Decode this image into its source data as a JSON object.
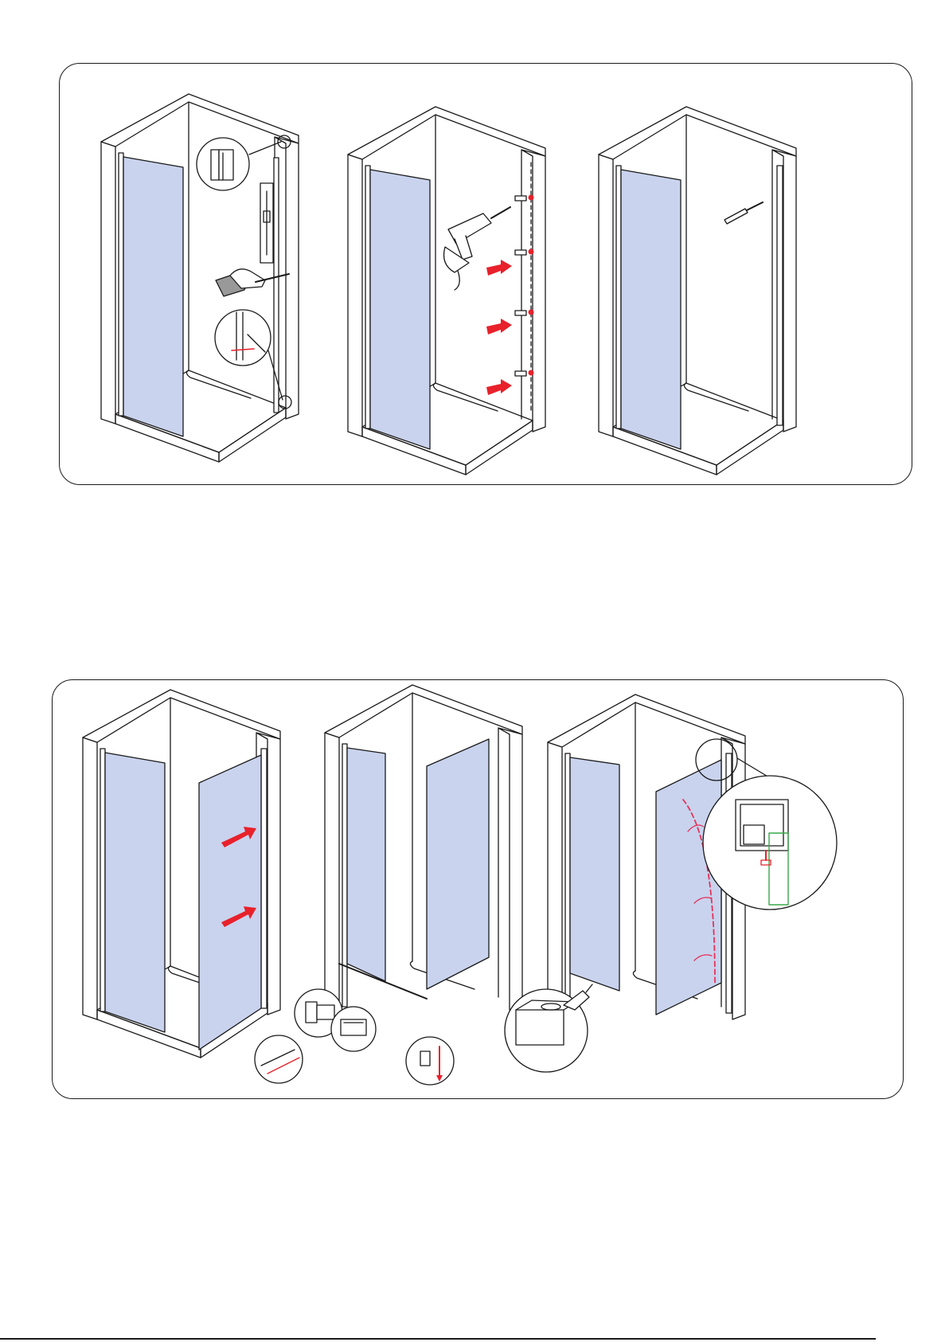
{
  "figure": {
    "panels": [
      {
        "id": "panel-1",
        "steps": [
          "mark-and-level",
          "drill-and-plug",
          "fix-wall-profile"
        ]
      },
      {
        "id": "panel-2",
        "steps": [
          "insert-side-panel",
          "fit-base-and-clamps",
          "seal-silicone"
        ]
      }
    ]
  },
  "colors": {
    "outline": "#1a1a1a",
    "glass": "#c9d3ee",
    "arrow": "#e8212b",
    "silicone": "#e4335a",
    "seal": "#3aa84a"
  },
  "icons": [
    "spirit-level-icon",
    "hand-pencil-icon",
    "drill-icon",
    "wall-plug-icon",
    "screwdriver-icon",
    "silicone-gun-icon",
    "profile-section-icon"
  ],
  "page": {
    "mark": ""
  }
}
